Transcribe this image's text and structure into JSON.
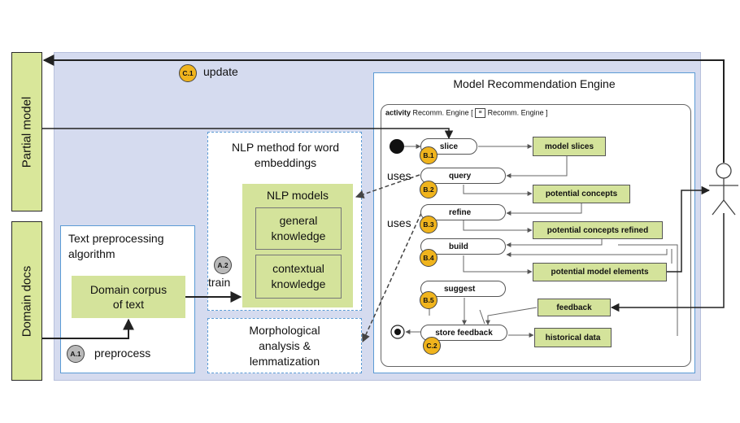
{
  "partial_model": {
    "label": "Partial model"
  },
  "domain_docs": {
    "label": "Domain docs"
  },
  "update": {
    "badge": "C.1",
    "label": "update"
  },
  "text_prep": {
    "title": "Text preprocessing algorithm",
    "corpus": "Domain corpus of text",
    "preprocess_badge": "A.1",
    "preprocess_label": "preprocess"
  },
  "nlp": {
    "title": "NLP method for word embeddings",
    "models_title": "NLP models",
    "general": "general knowledge",
    "contextual": "contextual knowledge",
    "train_badge": "A.2",
    "train_label": "train"
  },
  "morph": {
    "title": "Morphological analysis & lemmatization"
  },
  "engine": {
    "title": "Model Recommendation Engine",
    "frame_activity": "activity",
    "frame_name": "Recomm. Engine [",
    "frame_name2": "Recomm. Engine ]",
    "uses1": "uses",
    "uses2": "uses",
    "actions": [
      {
        "label": "slice",
        "badge": "B.1"
      },
      {
        "label": "query",
        "badge": "B.2"
      },
      {
        "label": "refine",
        "badge": "B.3"
      },
      {
        "label": "build",
        "badge": "B.4"
      },
      {
        "label": "suggest",
        "badge": "B.5"
      },
      {
        "label": "store feedback",
        "badge": "C.2"
      }
    ],
    "objects": {
      "model_slices": "model slices",
      "potential_concepts": "potential concepts",
      "potential_concepts_refined": "potential concepts refined",
      "potential_model_elements": "potential model elements",
      "feedback": "feedback",
      "historical_data": "historical data"
    }
  },
  "colors": {
    "panel": "#d5dbef",
    "accent_blue": "#5b9bd5",
    "green": "#d4e39b",
    "badge_yellow": "#f0b41d",
    "badge_grey": "#b9b9b9"
  }
}
